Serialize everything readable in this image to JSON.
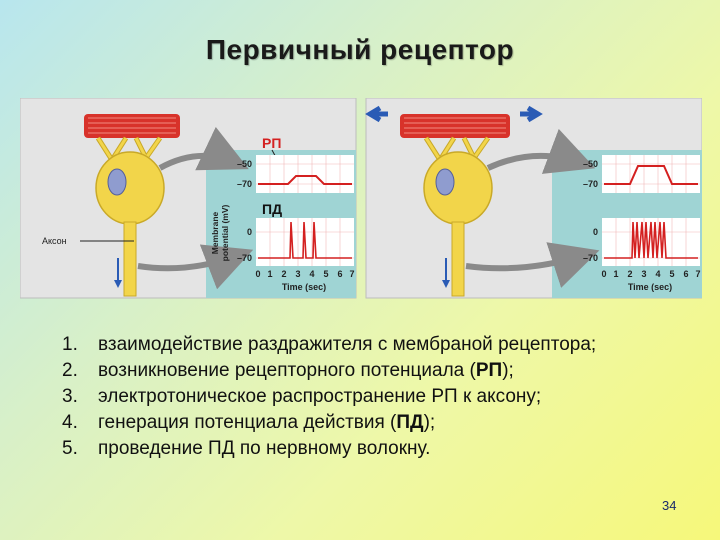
{
  "slide": {
    "title": "Первичный рецептор",
    "page_number": "34"
  },
  "figure": {
    "axon_label": "Аксон",
    "y_axis_label_1": "Membrane",
    "y_axis_label_2": "potential (mV)",
    "rp_label": "РП",
    "pd_label": "ПД",
    "tick_minus50": "–50",
    "tick_minus70": "–70",
    "tick_zero": "0",
    "time_ticks": [
      "0",
      "1",
      "2",
      "3",
      "4",
      "5",
      "6",
      "7"
    ],
    "time_axis_label": "Time (sec)"
  },
  "steps": [
    {
      "num": "1.",
      "text": "взаимодействие раздражителя с мембраной рецептора;"
    },
    {
      "num": "2.",
      "pre": "возникновение рецепторного потенциала (",
      "bold": "РП",
      "post": ");"
    },
    {
      "num": "3.",
      "text": "электротоническое распространение РП к аксону;"
    },
    {
      "num": "4.",
      "pre": "генерация потенциала действия (",
      "bold": "ПД",
      "post": ");"
    },
    {
      "num": "5.",
      "text": "проведение ПД по нервному волокну."
    }
  ],
  "colors": {
    "panel_background": "#e4e4e4",
    "graph_background": "#9fd4d4",
    "neuron_fill": "#f2d54a",
    "muscle_fill": "#d8322a",
    "trace_color": "#d42020",
    "stimulus_arrow": "#2a5bb5"
  }
}
